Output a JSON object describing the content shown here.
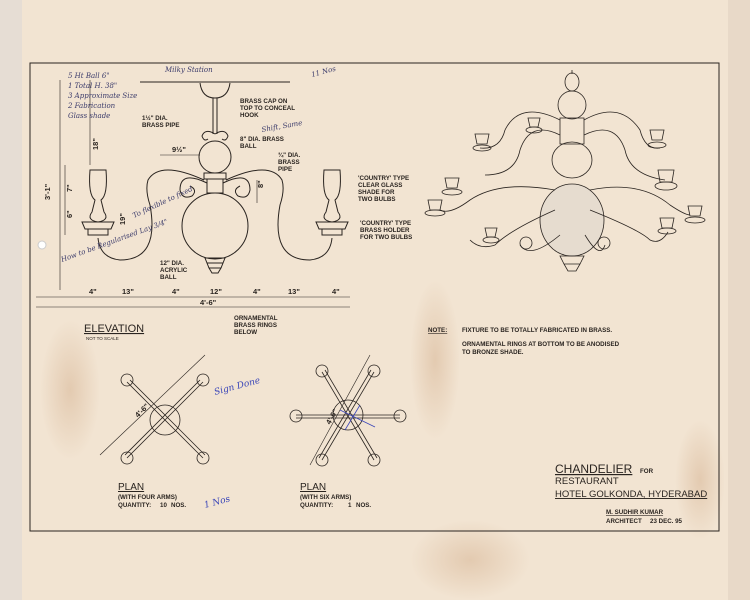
{
  "handwritten": {
    "top_note": "Milky Station",
    "qty_note": "11 Nos",
    "margin_notes": [
      "5 Ht Ball 6\"",
      "1 Total H. 38\"",
      "3 Approximate Size",
      "2 Fabrication",
      "Glass shade",
      "Shift, Same",
      "To flexible to fixed",
      "How to be Regularised Lay 3/4\"",
      "Sign Done",
      "1 Nos"
    ]
  },
  "elevation": {
    "labels": {
      "brass_cap": [
        "BRASS CAP ON",
        "TOP TO CONCEAL",
        "HOOK"
      ],
      "brass_pipe": [
        "1½\" DIA.",
        "BRASS PIPE"
      ],
      "brass_ball": [
        "8\" DIA. BRASS",
        "BALL"
      ],
      "arm_pipe": [
        "¾\" DIA.",
        "BRASS",
        "PIPE"
      ],
      "glass_shade": [
        "'COUNTRY' TYPE",
        "CLEAR GLASS",
        "SHADE FOR",
        "TWO BULBS"
      ],
      "brass_holder": [
        "'COUNTRY' TYPE",
        "BRASS HOLDER",
        "FOR TWO BULBS"
      ],
      "acrylic_ball": [
        "12\" DIA.",
        "ACRYLIC",
        "BALL"
      ],
      "rings": [
        "ORNAMENTAL",
        "BRASS RINGS",
        "BELOW"
      ]
    },
    "dims": {
      "total_height": "3'-1\"",
      "upper": "18\"",
      "shade": "7\"",
      "holder": "6\"",
      "arm": "19\"",
      "half": "9½\"",
      "mid": "8\"",
      "bottom": [
        "4\"",
        "13\"",
        "4\"",
        "12\"",
        "4\"",
        "13\"",
        "4\""
      ],
      "overall": "4'-6\""
    },
    "title": "ELEVATION",
    "subtitle": "NOT TO SCALE"
  },
  "note": {
    "label": "NOTE:",
    "line1": "FIXTURE TO BE TOTALLY FABRICATED IN BRASS.",
    "line2": "ORNAMENTAL RINGS AT BOTTOM TO BE ANODISED",
    "line3": "TO BRONZE SHADE."
  },
  "plans": [
    {
      "title": "PLAN",
      "arms": "(WITH FOUR ARMS)",
      "quantity_label": "QUANTITY:",
      "quantity": "10",
      "unit": "NOS.",
      "dim": "4'-6\""
    },
    {
      "title": "PLAN",
      "arms": "(WITH SIX ARMS)",
      "quantity_label": "QUANTITY:",
      "quantity": "1",
      "unit": "NOS.",
      "dim": "4'-6\""
    }
  ],
  "title_block": {
    "title": "CHANDELIER",
    "for": "FOR",
    "line2": "RESTAURANT",
    "line3": "HOTEL GOLKONDA, HYDERABAD",
    "architect": "M. SUDHIR KUMAR",
    "role": "ARCHITECT",
    "date": "23 DEC. 95"
  }
}
